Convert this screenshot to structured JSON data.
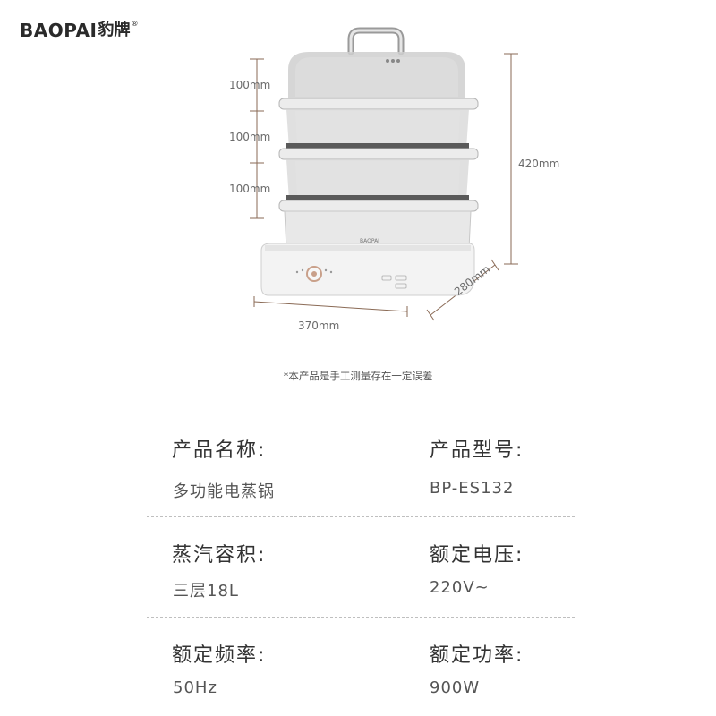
{
  "brand": {
    "latin": "BAOPAI",
    "cjk": "豹牌",
    "registered": "®",
    "device_logo": "BAOPAI"
  },
  "dimensions": {
    "tier_heights": [
      "100mm",
      "100mm",
      "100mm"
    ],
    "total_height": "420mm",
    "width": "370mm",
    "depth": "280mm"
  },
  "note": "*本产品是手工测量存在一定误差",
  "specs": [
    {
      "label": "产品名称:",
      "value": "多功能电蒸锅"
    },
    {
      "label": "产品型号:",
      "value": "BP-ES132"
    },
    {
      "label": "蒸汽容积:",
      "value": "三层18L"
    },
    {
      "label": "额定电压:",
      "value": "220V~"
    },
    {
      "label": "额定频率:",
      "value": "50Hz"
    },
    {
      "label": "额定功率:",
      "value": "900W"
    }
  ],
  "colors": {
    "text_dark": "#333333",
    "text_muted": "#6b6b6b",
    "dimension_line": "#8a6a55",
    "appliance_body": "#f2f2f2",
    "tray_dark": "#555555",
    "knob_accent": "#c9a08a"
  }
}
